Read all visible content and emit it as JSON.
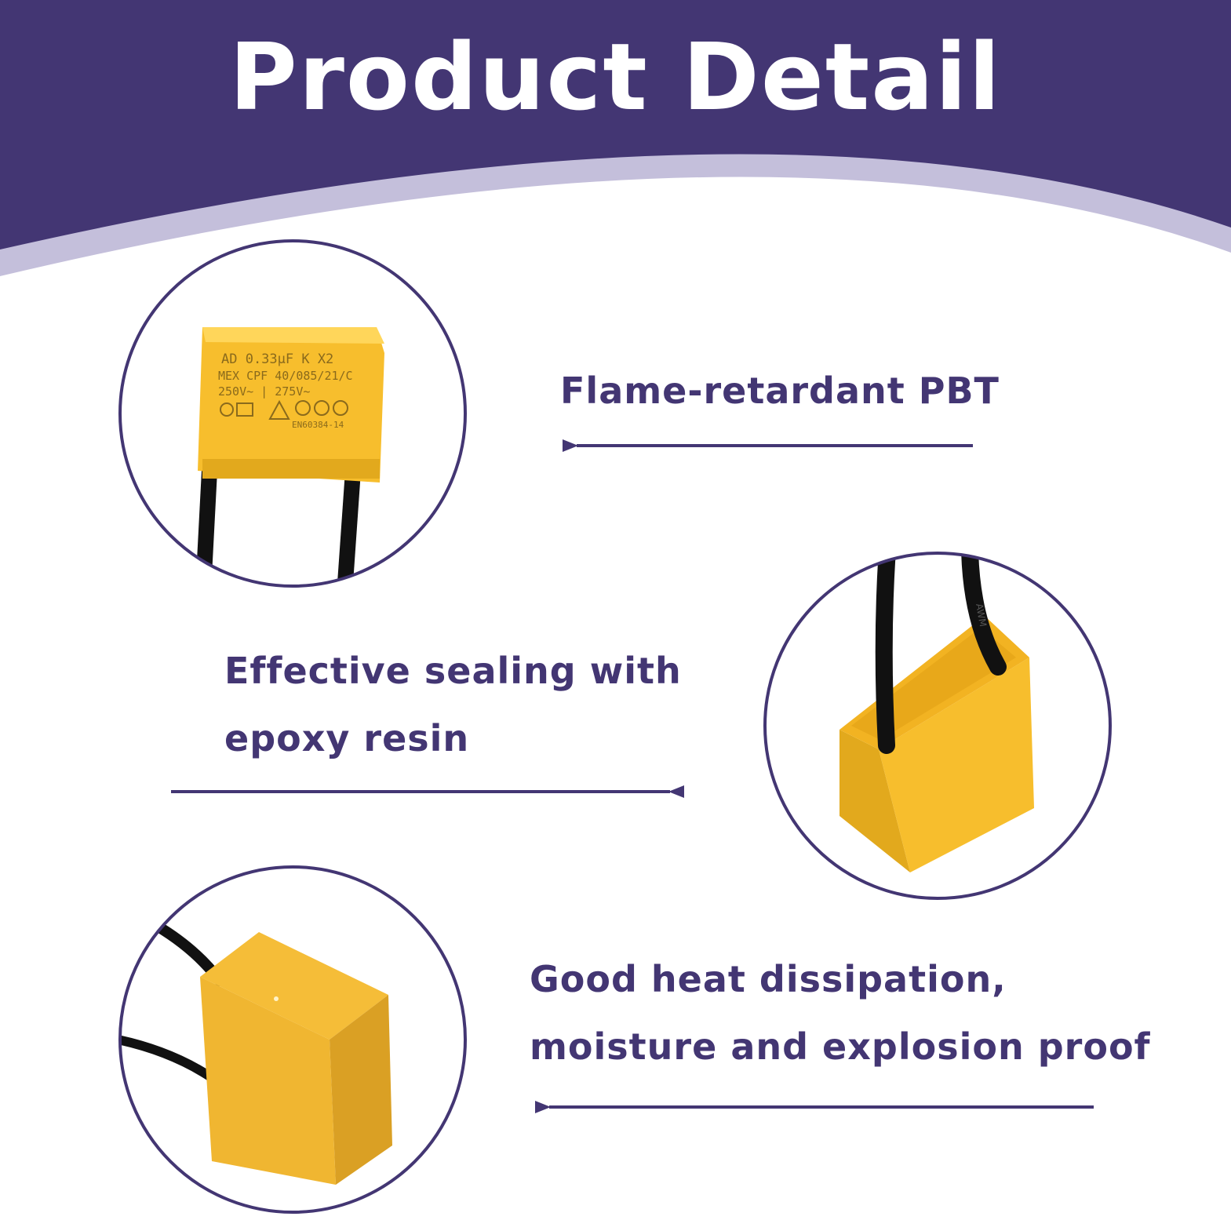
{
  "header": {
    "title": "Product Detail"
  },
  "features": [
    {
      "lines": [
        "Flame-retardant PBT"
      ],
      "arrow_direction": "left"
    },
    {
      "lines": [
        "Effective sealing with",
        "epoxy resin"
      ],
      "arrow_direction": "right"
    },
    {
      "lines": [
        "Good heat dissipation,",
        "moisture and explosion proof"
      ],
      "arrow_direction": "left"
    }
  ],
  "component_label": {
    "line1": "AD  0.33µF  K  X2",
    "line2": "MEX CPF 40/085/21/C",
    "line3": "250V~ | 275V~",
    "line4": "EN60384-14"
  },
  "wire_print": "AWM",
  "colors": {
    "brand": "#433673",
    "wave_band": "#c4bfdb",
    "capacitor": "#f7be2d",
    "wire": "#111111",
    "background": "#ffffff"
  }
}
